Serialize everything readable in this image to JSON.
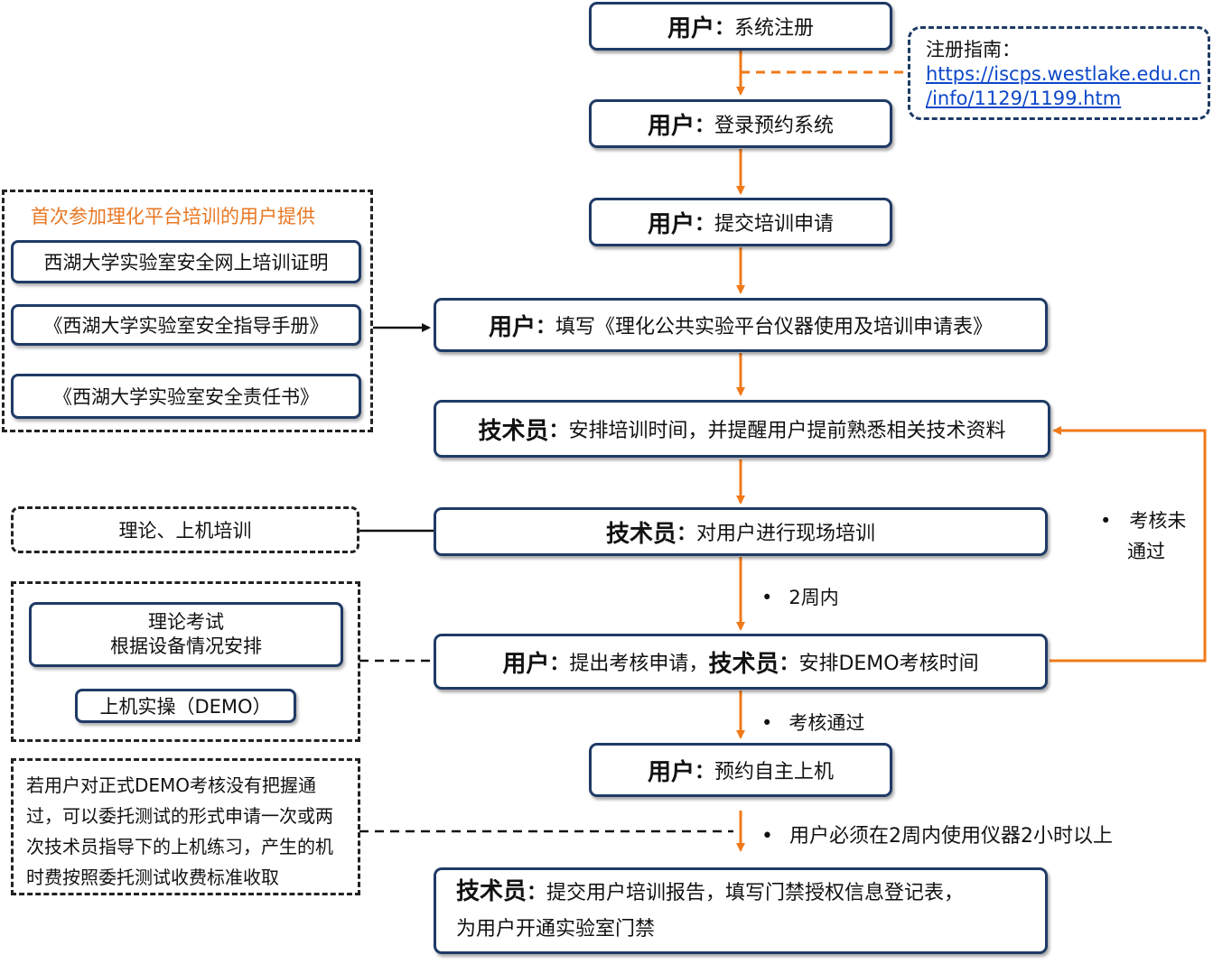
{
  "colors": {
    "box_border": "#1f3b66",
    "flow_arrow": "#f07a1a",
    "highlight_text": "#e87722",
    "link": "#0b47c9"
  },
  "steps": [
    {
      "role": "用户",
      "sep": "：",
      "text": "系统注册"
    },
    {
      "role": "用户",
      "sep": "：",
      "text": "登录预约系统"
    },
    {
      "role": "用户",
      "sep": "：",
      "text": "提交培训申请"
    },
    {
      "role": "用户",
      "sep": "：",
      "text": "填写《理化公共实验平台仪器使用及培训申请表》"
    },
    {
      "role": "技术员",
      "sep": "：",
      "text": "安排培训时间，并提醒用户提前熟悉相关技术资料"
    },
    {
      "role": "技术员",
      "sep": "：",
      "text": "对用户进行现场培训"
    },
    {
      "role": "用户",
      "sep": "：",
      "text": "提出考核申请，",
      "role2": "技术员",
      "sep2": "：",
      "text2": "安排DEMO考核时间"
    },
    {
      "role": "用户",
      "sep": "：",
      "text": "预约自主上机"
    },
    {
      "role": "技术员",
      "sep": "：",
      "text": "提交用户培训报告，填写门禁授权信息登记表，",
      "line2": "为用户开通实验室门禁"
    }
  ],
  "guide": {
    "title": "注册指南：",
    "link_line1": "https://iscps.westlake.edu.cn",
    "link_line2": "/info/1129/1199.htm"
  },
  "first_time": {
    "title": "首次参加理化平台培训的用户提供",
    "items": [
      "西湖大学实验室安全网上培训证明",
      "《西湖大学实验室安全指导手册》",
      "《西湖大学实验室安全责任书》"
    ]
  },
  "training_type": "理论、上机培训",
  "exam": {
    "theory_line1": "理论考试",
    "theory_line2": "根据设备情况安排",
    "practical": "上机实操（DEMO）"
  },
  "note": [
    "若用户对正式DEMO考核没有把握通",
    "过，可以委托测试的形式申请一次或两",
    "次技术员指导下的上机练习，产生的机",
    "时费按照委托测试收费标准收取"
  ],
  "arrow_labels": {
    "within_two_weeks": "2周内",
    "exam_passed": "考核通过",
    "usage_requirement": "用户必须在2周内使用仪器2小时以上",
    "exam_failed_1": "考核未",
    "exam_failed_2": "通过"
  }
}
